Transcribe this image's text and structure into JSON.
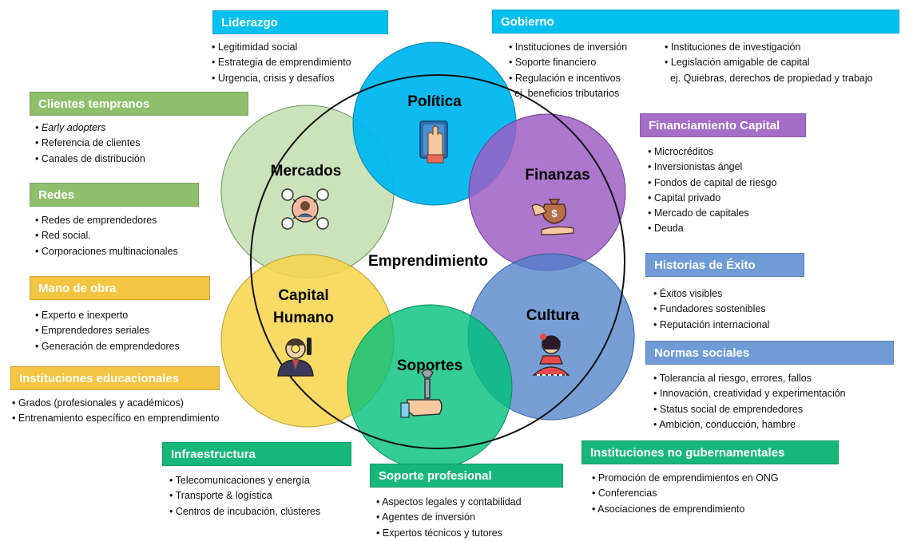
{
  "center": "Emprendimiento",
  "circles": {
    "politica": "Política",
    "finanzas": "Finanzas",
    "cultura": "Cultura",
    "soportes": "Soportes",
    "capital_humano": [
      "Capital",
      "Humano"
    ],
    "mercados": "Mercados"
  },
  "colors": {
    "politica": "#00b7ef",
    "finanzas": "#9e5fc4",
    "cultura": "#4a7fc8",
    "soportes": "#00c07a",
    "capital_humano": "#f7d54a",
    "mercados": "#a9d18e",
    "title_cyan": "#00c0ef",
    "title_green": "#8ec06c",
    "title_yellow": "#f4c542",
    "title_purple": "#a46dc6",
    "title_blue": "#6f9bd6",
    "title_teal": "#17b77a"
  },
  "boxes": {
    "liderazgo": {
      "title": "Liderazgo",
      "items": [
        "Legitimidad social",
        "Estrategia de emprendimiento",
        "Urgencia, crisis y desafíos"
      ]
    },
    "gobierno": {
      "title": "Gobierno",
      "col1": [
        "Instituciones de inversión",
        "Soporte financiero",
        "Regulación e incentivos"
      ],
      "col1_extra": "ej. beneficios tributarios",
      "col2": [
        "Instituciones de investigación",
        "Legislación amigable de capital"
      ],
      "col2_extra": "ej. Quiebras, derechos de propiedad y trabajo"
    },
    "clientes": {
      "title": "Clientes tempranos",
      "items": [
        "Early adopters",
        "Referencia de clientes",
        "Canales de distribución"
      ]
    },
    "redes": {
      "title": "Redes",
      "items": [
        "Redes de emprendedores",
        "Red social.",
        "Corporaciones multinacionales"
      ]
    },
    "mano_obra": {
      "title": "Mano de obra",
      "items": [
        "Experto e inexperto",
        "Emprendedores seriales",
        "Generación de emprendedores"
      ]
    },
    "educacionales": {
      "title": "Instituciones educacionales",
      "items": [
        "Grados (profesionales y académicos)",
        "Entrenamiento específico en emprendimiento"
      ]
    },
    "infraestructura": {
      "title": "Infraestructura",
      "items": [
        "Telecomunicaciones y energía",
        "Transporte & logística",
        "Centros de incubación, clústeres"
      ]
    },
    "soporte_prof": {
      "title": "Soporte profesional",
      "items": [
        "Aspectos legales y contabilidad",
        "Agentes de inversión",
        "Expertos técnicos y tutores"
      ]
    },
    "ong": {
      "title": "Instituciones no gubernamentales",
      "items": [
        "Promoción de emprendimientos en ONG",
        "Conferencias",
        "Asociaciones de emprendimiento"
      ]
    },
    "financiamiento": {
      "title": "Financiamiento Capital",
      "items": [
        "Microcréditos",
        "Inversionistas ángel",
        "Fondos de capital de riesgo",
        "Capital privado",
        "Mercado de capitales",
        "Deuda"
      ]
    },
    "historias": {
      "title": "Historias de Éxito",
      "items": [
        "Éxitos visibles",
        "Fundadores sostenibles",
        "Reputación internacional"
      ]
    },
    "normas": {
      "title": "Normas sociales",
      "items": [
        "Tolerancia al riesgo, errores, fallos",
        "Innovación, creatividad y experimentación",
        "Status social de emprendedores",
        "Ambición, conducción, hambre"
      ]
    }
  }
}
